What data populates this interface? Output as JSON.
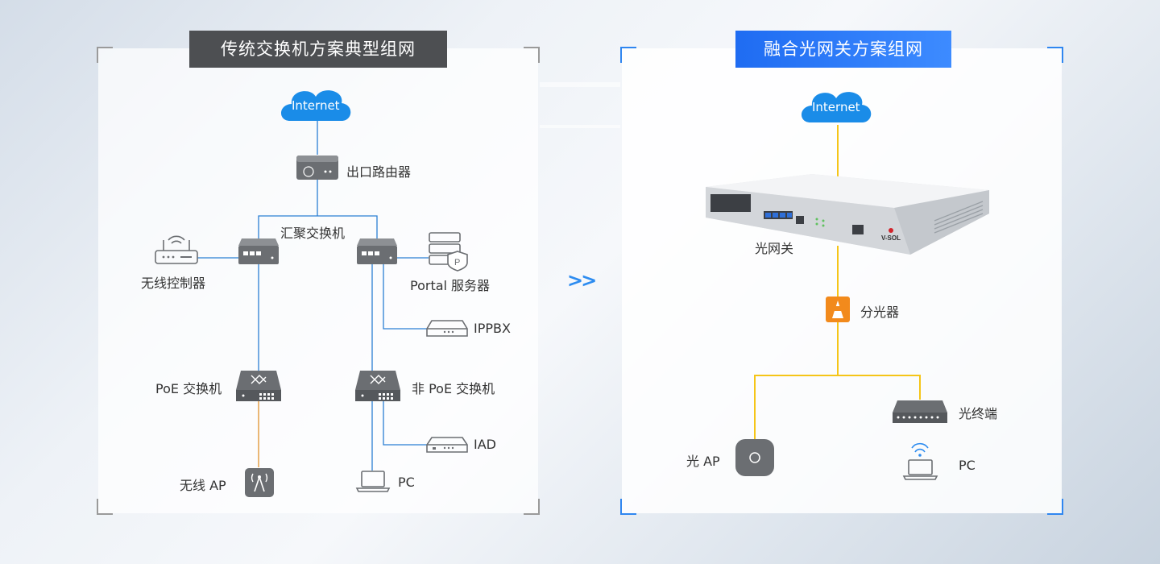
{
  "left_panel": {
    "title": "传统交换机方案典型组网",
    "internet": "Internet",
    "router": "出口路由器",
    "agg_switch": "汇聚交换机",
    "wireless_controller": "无线控制器",
    "portal_server": "Portal 服务器",
    "ippbx": "IPPBX",
    "poe_switch": "PoE 交换机",
    "non_poe_switch": "非 PoE 交换机",
    "iad": "IAD",
    "wireless_ap": "无线 AP",
    "pc": "PC"
  },
  "right_panel": {
    "title": "融合光网关方案组网",
    "internet": "Internet",
    "gateway": "光网关",
    "splitter": "分光器",
    "optical_terminal": "光终端",
    "optical_ap": "光 AP",
    "pc": "PC",
    "device_brand": "V-SOL"
  },
  "arrow": ">>",
  "colors": {
    "left_line": "#2b7fd4",
    "poe_line": "#e0922e",
    "right_line": "#f5c518",
    "accent_blue": "#1f6cf2",
    "title_dark": "#4d4f52"
  }
}
